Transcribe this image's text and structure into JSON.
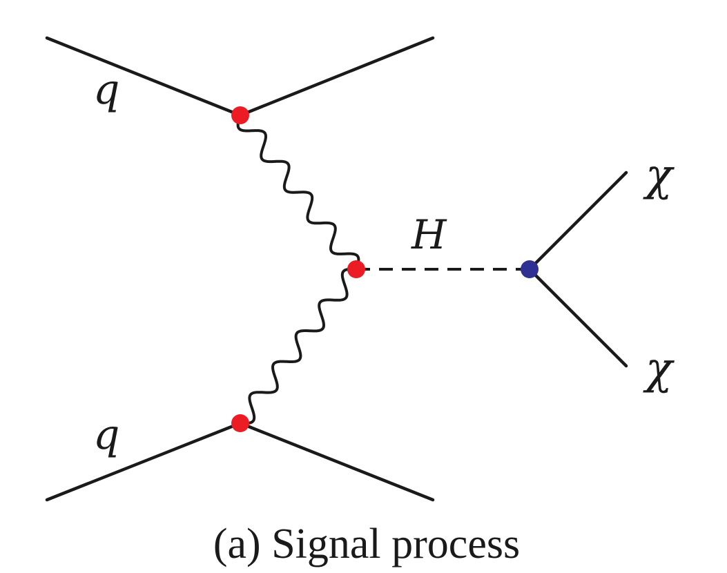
{
  "diagram": {
    "labels": {
      "quark_top": "q",
      "quark_bottom": "q",
      "higgs": "H",
      "chi_top": "χ",
      "chi_bottom": "χ"
    },
    "caption": "(a) Signal process",
    "colors": {
      "line": "#1a1a1a",
      "quark_vertex": "#ec1c24",
      "decay_vertex": "#2e3192"
    }
  }
}
